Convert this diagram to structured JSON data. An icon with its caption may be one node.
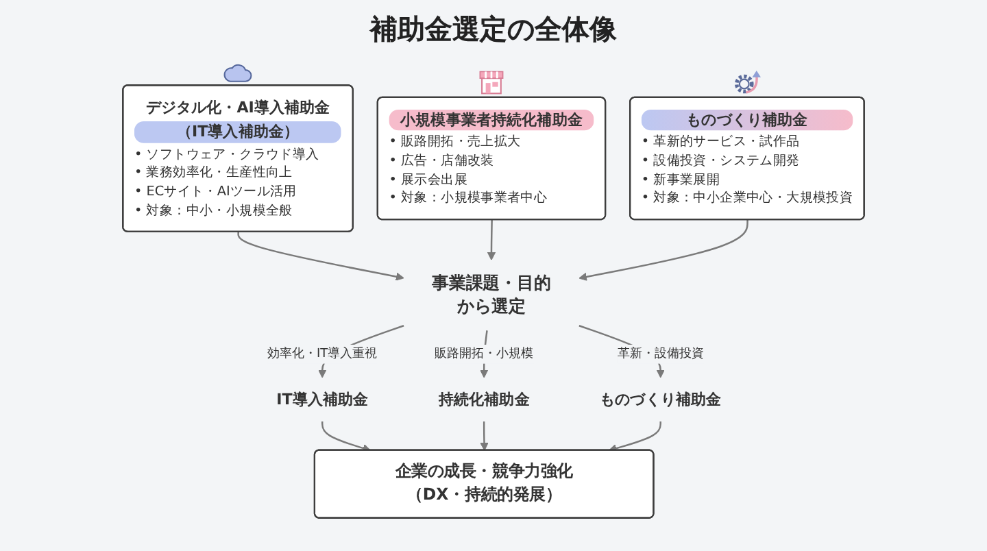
{
  "diagram": {
    "title": "補助金選定の全体像",
    "nodes": [
      {
        "text": [
          "デジタル化・AI導入補助金",
          "（IT導入補助金）",
          "• ソフトウェア・クラウド導入",
          "• 業務効率化・生産性向上",
          "• ECサイト・AIツール活用",
          "• 対象：中小・小規模全般"
        ]
      },
      {
        "text": [
          "小規模事業者持続化補助金",
          "• 販路開拓・売上拡大",
          "• 広告・店舗改装",
          "• 展示会出展",
          "• 対象：小規模事業者中心"
        ]
      },
      {
        "text": [
          "ものづくり補助金",
          "• 革新的サービス・試作品",
          "• 設備投資・システム開発",
          "• 新事業展開",
          "• 対象：中小企業中心・大規模投資"
        ]
      },
      {
        "text": [
          "事業課題・目的から選定"
        ]
      },
      {
        "text": [
          "IT導入補助金"
        ]
      },
      {
        "text": [
          "持続化補助金"
        ]
      },
      {
        "text": [
          "ものづくり補助金"
        ]
      },
      {
        "text": [
          "企業の成長・競争力強化（DX・持続的発展）"
        ]
      }
    ],
    "edges": [
      {
        "from": 0,
        "to": 3,
        "arrow": "to"
      },
      {
        "from": 1,
        "to": 3,
        "arrow": "to"
      },
      {
        "from": 2,
        "to": 3,
        "arrow": "to"
      },
      {
        "from": 3,
        "to": 4,
        "arrow": "to",
        "label": "効率化・IT導入重視"
      },
      {
        "from": 3,
        "to": 5,
        "arrow": "to",
        "label": "販路開拓・小規模"
      },
      {
        "from": 3,
        "to": 6,
        "arrow": "to",
        "label": "革新・設備投資"
      },
      {
        "from": 4,
        "to": 7,
        "arrow": "to"
      },
      {
        "from": 5,
        "to": 7,
        "arrow": "to"
      },
      {
        "from": 6,
        "to": 7,
        "arrow": "to"
      }
    ]
  }
}
